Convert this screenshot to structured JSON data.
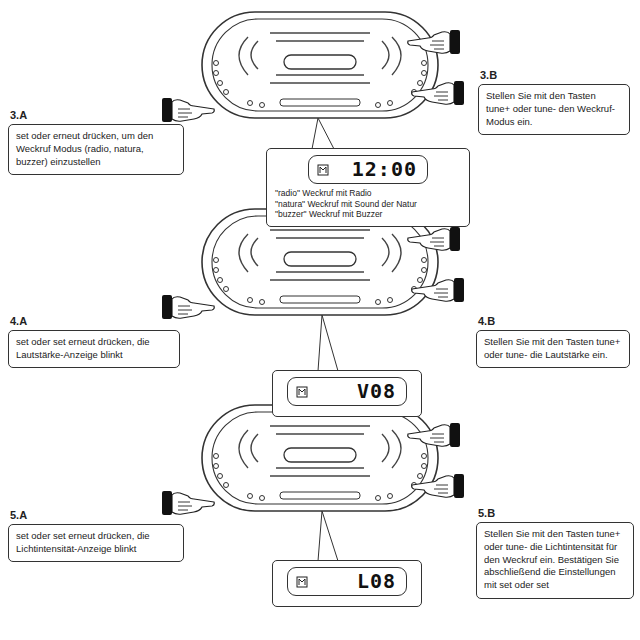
{
  "diagram": {
    "nodes": [
      {
        "text": [
          "3.A",
          "set oder  erneut drücken, um den Weckruf Modus (radio, natura, buzzer) einzustellen"
        ]
      },
      {
        "text": [
          "3.B",
          "Stellen Sie mit den Tasten tune+ oder tune- den Weckruf-Modus ein."
        ]
      },
      {
        "text": [
          "12:00",
          "\"radio\" Weckruf mit Radio",
          "\"natura\" Weckruf mit Sound der Natur",
          "\"buzzer\" Weckruf mit Buzzer"
        ]
      },
      {
        "text": [
          "4.A",
          "set oder  set erneut drücken, die Lautstärke-Anzeige blinkt"
        ]
      },
      {
        "text": [
          "4.B",
          "Stellen Sie mit den Tasten tune+ oder tune- die Lautstärke ein."
        ]
      },
      {
        "text": [
          "V08"
        ]
      },
      {
        "text": [
          "5.A",
          "set oder  set erneut drücken, die Lichtintensität-Anzeige blinkt"
        ]
      },
      {
        "text": [
          "5.B",
          "Stellen Sie mit den Tasten tune+ oder tune- die Lichtintensität für den Weckruf ein. Bestätigen Sie abschließend die Einstellungen mit  set oder  set"
        ]
      },
      {
        "text": [
          "L08"
        ]
      }
    ]
  }
}
